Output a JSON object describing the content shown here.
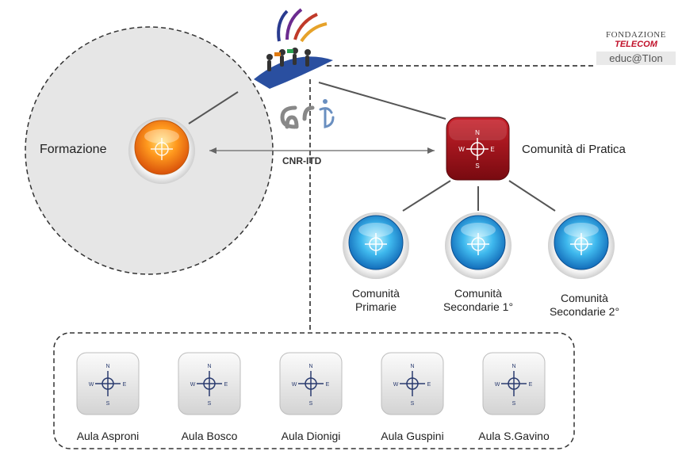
{
  "nodes": {
    "formazione": "Formazione",
    "cnr_itd": "CNR-ITD",
    "comunita_pratica": "Comunità di Pratica",
    "primarie": [
      "Comunità",
      "Primarie"
    ],
    "secondarie1": [
      "Comunità",
      "Secondarie 1°"
    ],
    "secondarie2": [
      "Comunità",
      "Secondarie 2°"
    ]
  },
  "aule": [
    "Aula Asproni",
    "Aula Bosco",
    "Aula Dionigi",
    "Aula Guspini",
    "Aula S.Gavino"
  ],
  "compass": {
    "n": "N",
    "s": "S",
    "e": "E",
    "w": "W"
  },
  "fondazione": {
    "line1": "FONDAZIONE",
    "line2": "TELECOM",
    "line3": "educ@TIon"
  },
  "colors": {
    "orange_node": "#f07a10",
    "red_node": "#a01018",
    "blue_node": "#1a8fd6",
    "circle_fill": "#e6e6e6"
  }
}
